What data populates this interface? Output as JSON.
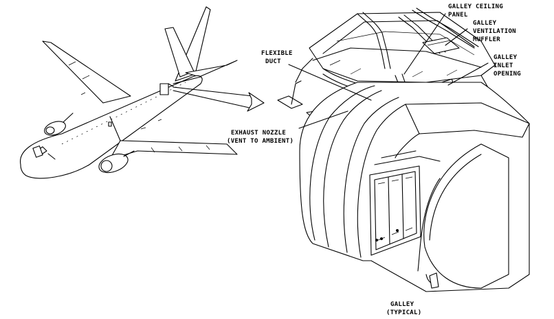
{
  "labels": {
    "ceiling_panel": [
      "GALLEY CEILING",
      "PANEL"
    ],
    "ventilation_muffler": [
      "GALLEY",
      "VENTILATION",
      "MUFFLER"
    ],
    "inlet_opening": [
      "GALLEY",
      "INLET",
      "OPENING"
    ],
    "flexible_duct": [
      "FLEXIBLE",
      "DUCT"
    ],
    "exhaust_nozzle": [
      "EXHAUST NOZZLE",
      "(VENT TO AMBIENT)"
    ],
    "galley": [
      "GALLEY",
      "(TYPICAL)"
    ]
  },
  "colors": {
    "line": "#000000",
    "background": "#ffffff"
  }
}
